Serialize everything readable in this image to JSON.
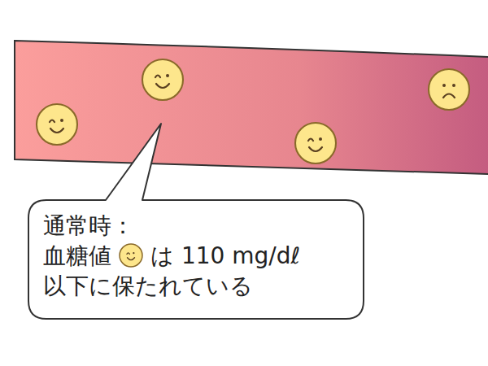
{
  "diagram": {
    "nodes": [
      {
        "text": [
          "通常時：",
          "血糖値",
          "は 110 mg/dℓ 以下に保たれている"
        ]
      }
    ]
  }
}
